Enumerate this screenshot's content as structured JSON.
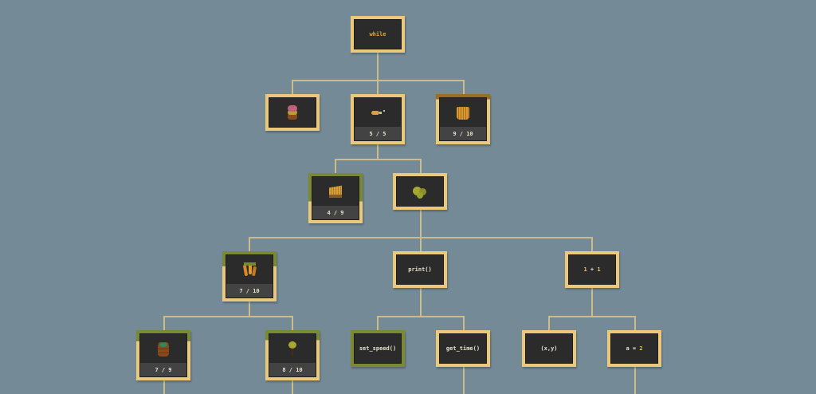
{
  "colors": {
    "background": "#748a96",
    "node_border": "#ecc97a",
    "locked": "#7a8a33",
    "hay_border": "#9a6f20",
    "line": "#cdbb8a"
  },
  "nodes": [
    {
      "id": "while",
      "label": "while"
    },
    {
      "id": "cake",
      "icon": "cake-icon"
    },
    {
      "id": "bone",
      "icon": "dinosaur-bone-icon",
      "value": 5,
      "max": 5,
      "counter": "5 / 5"
    },
    {
      "id": "hay",
      "icon": "hay-icon",
      "value": 9,
      "max": 10,
      "counter": "9 / 10"
    },
    {
      "id": "grass",
      "icon": "grass-icon",
      "value": 4,
      "max": 9,
      "counter": "4 / 9"
    },
    {
      "id": "bush",
      "icon": "bush-icon"
    },
    {
      "id": "carrot",
      "icon": "carrot-icon",
      "value": 7,
      "max": 10,
      "counter": "7 / 10"
    },
    {
      "id": "print",
      "label": "print()"
    },
    {
      "id": "add",
      "label_a": "1",
      "label_op": " + ",
      "label_b": "1"
    },
    {
      "id": "barrel",
      "icon": "water-barrel-icon",
      "value": 7,
      "max": 9,
      "counter": "7 / 9"
    },
    {
      "id": "tree",
      "icon": "tree-icon",
      "value": 8,
      "max": 10,
      "counter": "8 / 10"
    },
    {
      "id": "set_speed",
      "label": "set_speed()"
    },
    {
      "id": "get_time",
      "label": "get_time()"
    },
    {
      "id": "tuple",
      "label": "(x,y)"
    },
    {
      "id": "assign",
      "label_a": "a = ",
      "label_b": "2"
    }
  ]
}
